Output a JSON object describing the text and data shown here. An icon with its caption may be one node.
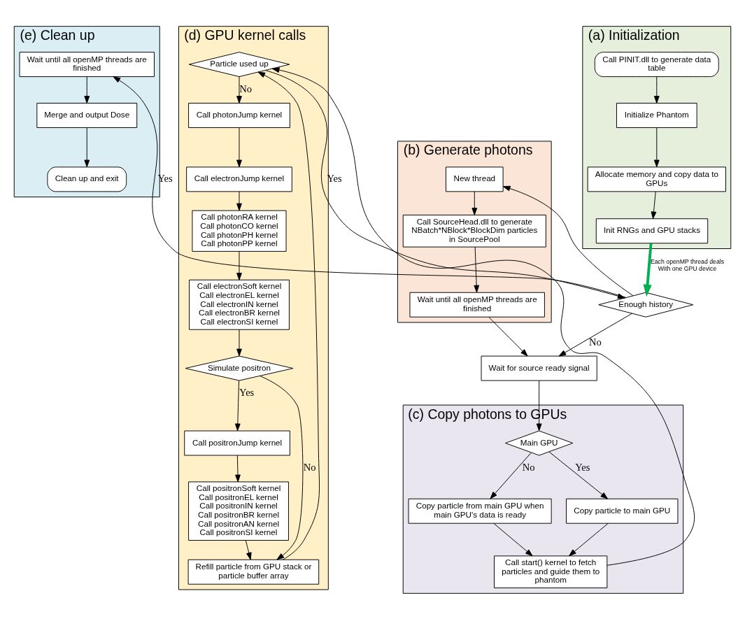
{
  "diagram": {
    "nodes": [
      {
        "text": [
          "(e) Clean up"
        ]
      },
      {
        "text": [
          "Wait until all openMP threads are finished"
        ],
        "in": 0
      },
      {
        "text": [
          "Merge and output Dose"
        ],
        "in": 0
      },
      {
        "text": [
          "Clean up and exit"
        ],
        "in": 0
      },
      {
        "text": [
          "(a) Initialization"
        ]
      },
      {
        "text": [
          "Call PINIT.dll to generate data table"
        ],
        "in": 4
      },
      {
        "text": [
          "Initialize Phantom"
        ],
        "in": 4
      },
      {
        "text": [
          "Allocate memory and copy data to GPUs"
        ],
        "in": 4
      },
      {
        "text": [
          "Init RNGs and GPU stacks"
        ],
        "in": 4
      },
      {
        "text": [
          "(d) GPU kernel calls"
        ]
      },
      {
        "text": [
          "Particle used up"
        ],
        "in": 9
      },
      {
        "text": [
          "Call photonJump kernel"
        ],
        "in": 9
      },
      {
        "text": [
          "Call electronJump kernel"
        ],
        "in": 9
      },
      {
        "text": [
          "Call photonRA kernel Call photonCO kernel Call photonPH kernel Call photonPP kernel"
        ],
        "in": 9
      },
      {
        "text": [
          "Call electronSoft kernel Call electronEL kernel Call electronIN kernel Call electronBR kernel Call electronSI kernel"
        ],
        "in": 9
      },
      {
        "text": [
          "Simulate positron"
        ],
        "in": 9
      },
      {
        "text": [
          "Call positronJump kernel"
        ],
        "in": 9
      },
      {
        "text": [
          "Call positronSoft kernel Call positronEL kernel Call positronIN kernel Call positronBR kernel Call positronAN kernel Call positronSI kernel"
        ],
        "in": 9
      },
      {
        "text": [
          "Refill particle from GPU stack or particle buffer array"
        ],
        "in": 9
      },
      {
        "text": [
          "(b) Generate photons"
        ]
      },
      {
        "text": [
          "New thread"
        ],
        "in": 19
      },
      {
        "text": [
          "Call SourceHead.dll to generate NBatch*NBlock*BlockDim particles in SourcePool"
        ],
        "in": 19
      },
      {
        "text": [
          "Wait until all openMP threads are finished"
        ],
        "in": 19
      },
      {
        "text": [
          "Enough history"
        ]
      },
      {
        "text": [
          "Wait for source ready signal"
        ]
      },
      {
        "text": [
          "(c) Copy photons to GPUs"
        ]
      },
      {
        "text": [
          "Main GPU"
        ],
        "in": 25
      },
      {
        "text": [
          "Copy particle from main GPU when main GPU's data is ready"
        ],
        "in": 25
      },
      {
        "text": [
          "Copy particle to main GPU"
        ],
        "in": 25
      },
      {
        "text": [
          "Call start() kernel to fetch particles and guide them to phantom"
        ],
        "in": 25
      }
    ],
    "edges": [
      {
        "from": 1,
        "to": 2,
        "arrow": "to"
      },
      {
        "from": 2,
        "to": 3,
        "arrow": "to"
      },
      {
        "from": 5,
        "to": 6,
        "arrow": "to"
      },
      {
        "from": 6,
        "to": 7,
        "arrow": "to"
      },
      {
        "from": 7,
        "to": 8,
        "arrow": "to"
      },
      {
        "from": 8,
        "to": 23,
        "arrow": "to",
        "label": "Each openMP thread deals With one GPU device",
        "style": "thick",
        "color": "#00b050"
      },
      {
        "from": 23,
        "to": 1,
        "arrow": "to",
        "label": "Yes"
      },
      {
        "from": 23,
        "to": 24,
        "arrow": "to",
        "label": "No"
      },
      {
        "from": 23,
        "to": 20,
        "arrow": "to"
      },
      {
        "from": 20,
        "to": 21,
        "arrow": "to"
      },
      {
        "from": 21,
        "to": 22,
        "arrow": "to"
      },
      {
        "from": 22,
        "to": 24,
        "arrow": "to"
      },
      {
        "from": 24,
        "to": 26,
        "arrow": "to"
      },
      {
        "from": 26,
        "to": 27,
        "arrow": "to",
        "label": "No"
      },
      {
        "from": 26,
        "to": 28,
        "arrow": "to",
        "label": "Yes"
      },
      {
        "from": 27,
        "to": 29,
        "arrow": "to"
      },
      {
        "from": 28,
        "to": 29,
        "arrow": "to"
      },
      {
        "from": 29,
        "to": 10,
        "arrow": "to"
      },
      {
        "from": 10,
        "to": 11,
        "arrow": "to",
        "label": "No"
      },
      {
        "from": 11,
        "to": 12,
        "arrow": "to"
      },
      {
        "from": 12,
        "to": 13,
        "arrow": "to"
      },
      {
        "from": 13,
        "to": 14,
        "arrow": "to"
      },
      {
        "from": 14,
        "to": 15,
        "arrow": "to"
      },
      {
        "from": 15,
        "to": 16,
        "arrow": "to",
        "label": "Yes"
      },
      {
        "from": 16,
        "to": 17,
        "arrow": "to"
      },
      {
        "from": 17,
        "to": 18,
        "arrow": "to"
      },
      {
        "from": 15,
        "to": 18,
        "arrow": "to",
        "label": "No"
      },
      {
        "from": 18,
        "to": 10,
        "arrow": "to"
      },
      {
        "from": 10,
        "to": 23,
        "arrow": "to",
        "label": "Yes"
      }
    ]
  }
}
